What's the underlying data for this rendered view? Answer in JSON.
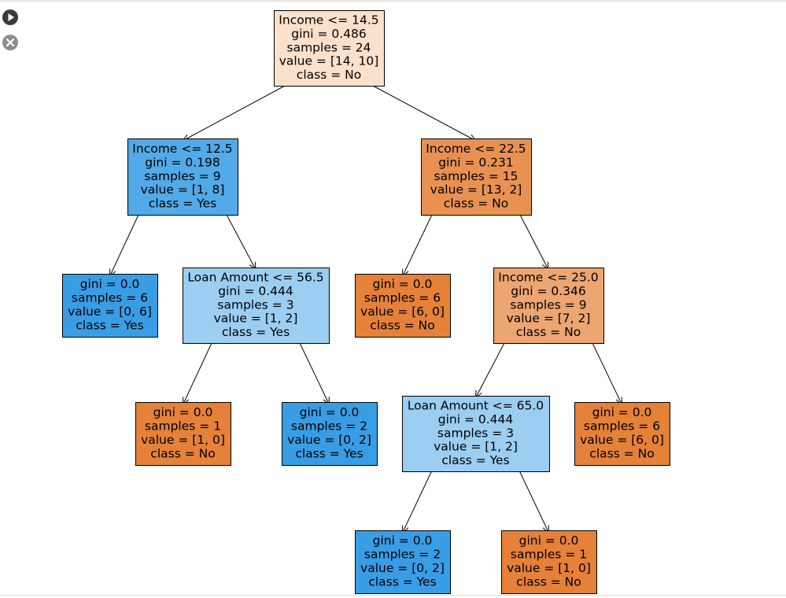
{
  "toolbar": {
    "run_icon": "play-circle-icon",
    "clear_icon": "close-circle-icon"
  },
  "tree": {
    "colors": {
      "no_strong": "#e58139",
      "no_medium": "#e89152",
      "no_light": "#eda572",
      "no_pale": "#fbe0cc",
      "yes_strong": "#399de5",
      "yes_medium": "#52aae8",
      "yes_light": "#9ccef2"
    },
    "nodes": [
      {
        "id": "root",
        "lines": [
          "Income <= 14.5",
          "gini = 0.486",
          "samples = 24",
          "value = [14, 10]",
          "class = No"
        ],
        "fill": "no_pale"
      },
      {
        "id": "n1",
        "lines": [
          "Income <= 12.5",
          "gini = 0.198",
          "samples = 9",
          "value = [1, 8]",
          "class = Yes"
        ],
        "fill": "yes_medium"
      },
      {
        "id": "n2",
        "lines": [
          "Income <= 22.5",
          "gini = 0.231",
          "samples = 15",
          "value = [13, 2]",
          "class = No"
        ],
        "fill": "no_medium"
      },
      {
        "id": "n3",
        "lines": [
          "gini = 0.0",
          "samples = 6",
          "value = [0, 6]",
          "class = Yes"
        ],
        "fill": "yes_strong"
      },
      {
        "id": "n4",
        "lines": [
          "Loan Amount <= 56.5",
          "gini = 0.444",
          "samples = 3",
          "value = [1, 2]",
          "class = Yes"
        ],
        "fill": "yes_light"
      },
      {
        "id": "n5",
        "lines": [
          "gini = 0.0",
          "samples = 6",
          "value = [6, 0]",
          "class = No"
        ],
        "fill": "no_strong"
      },
      {
        "id": "n6",
        "lines": [
          "Income <= 25.0",
          "gini = 0.346",
          "samples = 9",
          "value = [7, 2]",
          "class = No"
        ],
        "fill": "no_light"
      },
      {
        "id": "n7",
        "lines": [
          "gini = 0.0",
          "samples = 1",
          "value = [1, 0]",
          "class = No"
        ],
        "fill": "no_strong"
      },
      {
        "id": "n8",
        "lines": [
          "gini = 0.0",
          "samples = 2",
          "value = [0, 2]",
          "class = Yes"
        ],
        "fill": "yes_strong"
      },
      {
        "id": "n9",
        "lines": [
          "Loan Amount <= 65.0",
          "gini = 0.444",
          "samples = 3",
          "value = [1, 2]",
          "class = Yes"
        ],
        "fill": "yes_light"
      },
      {
        "id": "n10",
        "lines": [
          "gini = 0.0",
          "samples = 6",
          "value = [6, 0]",
          "class = No"
        ],
        "fill": "no_strong"
      },
      {
        "id": "n11",
        "lines": [
          "gini = 0.0",
          "samples = 2",
          "value = [0, 2]",
          "class = Yes"
        ],
        "fill": "yes_strong"
      },
      {
        "id": "n12",
        "lines": [
          "gini = 0.0",
          "samples = 1",
          "value = [1, 0]",
          "class = No"
        ],
        "fill": "no_strong"
      }
    ],
    "edges": [
      [
        "root",
        "n1"
      ],
      [
        "root",
        "n2"
      ],
      [
        "n1",
        "n3"
      ],
      [
        "n1",
        "n4"
      ],
      [
        "n2",
        "n5"
      ],
      [
        "n2",
        "n6"
      ],
      [
        "n4",
        "n7"
      ],
      [
        "n4",
        "n8"
      ],
      [
        "n6",
        "n9"
      ],
      [
        "n6",
        "n10"
      ],
      [
        "n9",
        "n11"
      ],
      [
        "n9",
        "n12"
      ]
    ]
  }
}
